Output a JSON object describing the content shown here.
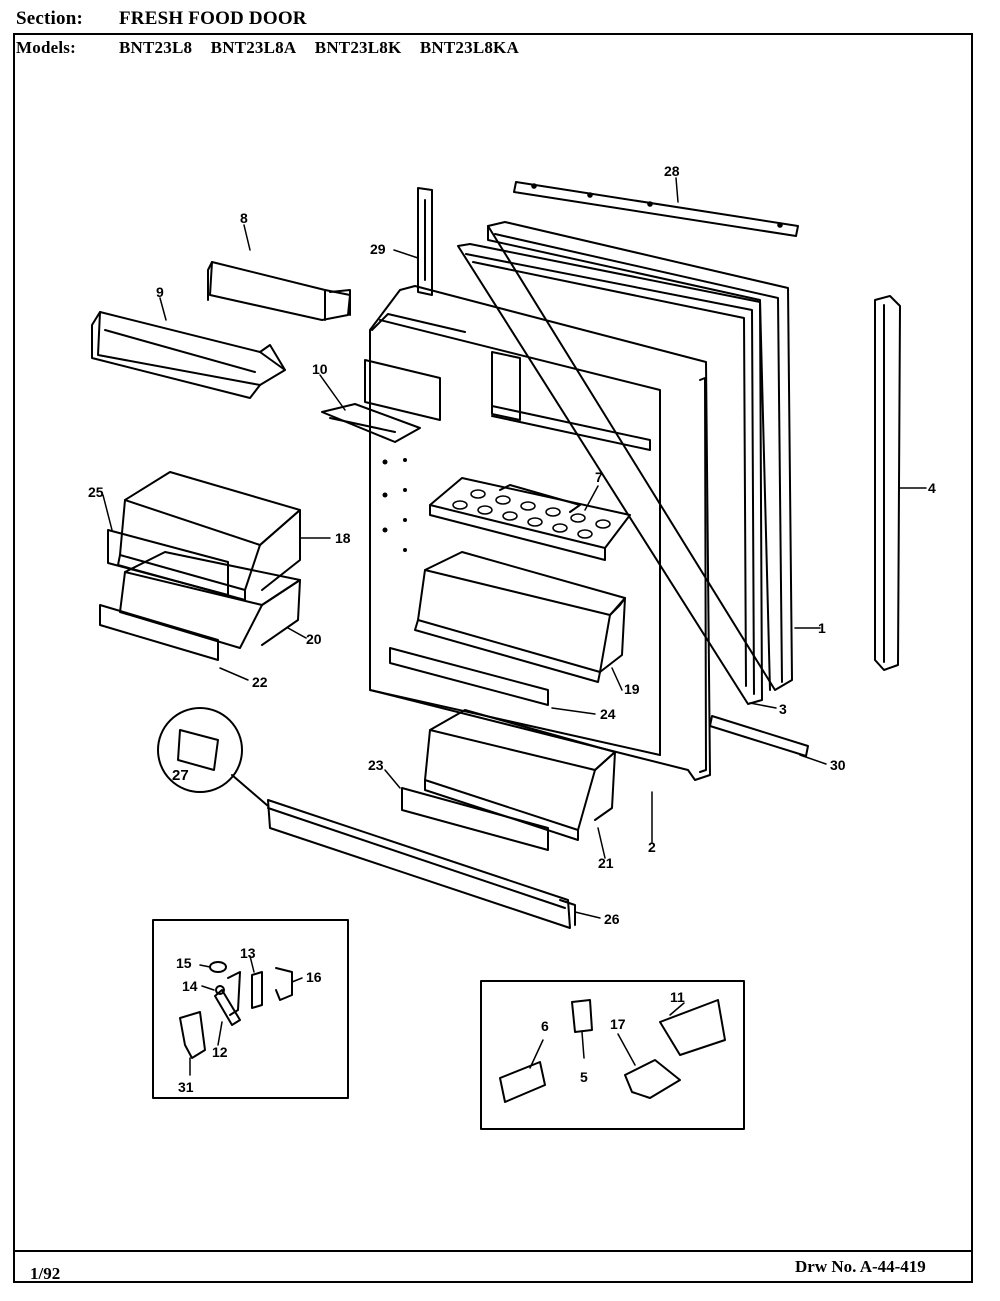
{
  "header": {
    "section_label": "Section:",
    "section_value": "FRESH FOOD DOOR",
    "models_label": "Models:",
    "models": [
      "BNT23L8",
      "BNT23L8A",
      "BNT23L8K",
      "BNT23L8KA"
    ]
  },
  "footer": {
    "date": "1/92",
    "drawing_number": "Drw No. A-44-419"
  },
  "part_callouts": [
    "1",
    "2",
    "3",
    "4",
    "5",
    "6",
    "7",
    "8",
    "9",
    "10",
    "11",
    "12",
    "13",
    "14",
    "15",
    "16",
    "17",
    "18",
    "19",
    "20",
    "21",
    "22",
    "23",
    "24",
    "25",
    "26",
    "27",
    "28",
    "29",
    "30",
    "31"
  ],
  "colors": {
    "ink": "#000000",
    "paper": "#ffffff"
  }
}
